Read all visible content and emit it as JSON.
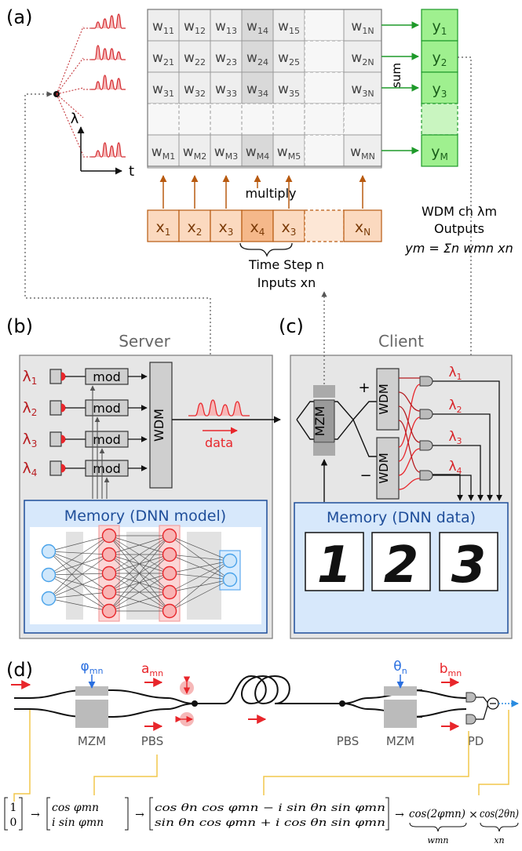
{
  "panel_labels": {
    "a": "(a)",
    "b": "(b)",
    "c": "(c)",
    "d": "(d)"
  },
  "colors": {
    "red": "#e8262b",
    "orange": "#b85a10",
    "orange_fill": "#fbd9bf",
    "green": "#1e9a2a",
    "green_fill": "#9ff08f",
    "blue": "#1f4e9a",
    "blue_fill": "#cfe3ff",
    "gray_fill": "#d9d9d9",
    "yellow": "#f2c74b",
    "cyan": "#2a8be0"
  },
  "panel_a": {
    "weights": [
      [
        "w11",
        "w12",
        "w13",
        "w14",
        "w15",
        "w1N"
      ],
      [
        "w21",
        "w22",
        "w23",
        "w24",
        "w25",
        "w2N"
      ],
      [
        "w31",
        "w32",
        "w33",
        "w34",
        "w35",
        "w3N"
      ],
      [
        "wM1",
        "wM2",
        "wM3",
        "wM4",
        "wM5",
        "wMN"
      ]
    ],
    "outputs": [
      "y1",
      "y2",
      "y3",
      "yM"
    ],
    "inputs": [
      "x1",
      "x2",
      "x3",
      "x4",
      "x3",
      "xN"
    ],
    "sum_label": "sum",
    "multiply_label": "multiply",
    "axis_lambda": "λ",
    "axis_t": "t",
    "time_step_line1": "Time Step n",
    "time_step_line2": "Inputs xn",
    "wdm_line1": "WDM ch λm",
    "wdm_line2": "Outputs",
    "wdm_line3": "ym = Σn wmn xn"
  },
  "panel_b": {
    "title": "Server",
    "lambdas": [
      "λ1",
      "λ2",
      "λ3",
      "λ4"
    ],
    "mod_label": "mod",
    "wdm_label": "WDM",
    "data_label": "data",
    "memory_title": "Memory (DNN model)"
  },
  "panel_c": {
    "title": "Client",
    "mzm_label": "MZM",
    "wdm_label": "WDM",
    "plus": "+",
    "minus": "−",
    "lambdas": [
      "λ1",
      "λ2",
      "λ3",
      "λ4"
    ],
    "memory_title": "Memory (DNN data)",
    "digits": [
      "1",
      "2",
      "3"
    ]
  },
  "panel_d": {
    "phi": "φmn",
    "a": "amn",
    "theta": "θn",
    "b": "bmn",
    "mzm": "MZM",
    "pbs": "PBS",
    "pd": "PD",
    "eq_vec0_top": "1",
    "eq_vec0_bot": "0",
    "eq_vec1_top": "cos φmn",
    "eq_vec1_bot": "i sin φmn",
    "eq_vec2_top": "cos θn cos φmn − i sin θn sin φmn",
    "eq_vec2_bot": "sin θn cos φmn + i cos θn sin φmn",
    "eq_w": "cos(2φmn)",
    "eq_w_label": "wmn",
    "eq_times": "×",
    "eq_x": "cos(2θn)",
    "eq_x_label": "xn"
  }
}
